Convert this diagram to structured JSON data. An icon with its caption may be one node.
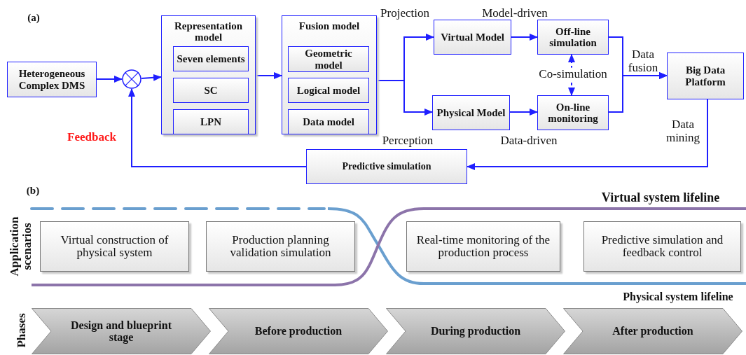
{
  "diagram": {
    "nodes": [
      {
        "text": [
          "Heterogeneous Complex DMS"
        ]
      },
      {
        "text": [],
        "shape": "circle"
      },
      {
        "text": [
          "Representation model"
        ]
      },
      {
        "text": [
          "Seven elements"
        ],
        "in": 2
      },
      {
        "text": [
          "SC"
        ],
        "in": 2
      },
      {
        "text": [
          "LPN"
        ],
        "in": 2
      },
      {
        "text": [
          "Fusion model"
        ]
      },
      {
        "text": [
          "Geometric model"
        ],
        "in": 6
      },
      {
        "text": [
          "Logical model"
        ],
        "in": 6
      },
      {
        "text": [
          "Data model"
        ],
        "in": 6
      },
      {
        "text": [
          "Virtual Model"
        ]
      },
      {
        "text": [
          "Off-line simulation"
        ]
      },
      {
        "text": [
          "Physical Model"
        ]
      },
      {
        "text": [
          "On-line monitoring"
        ]
      },
      {
        "text": [
          "Big Data Platform"
        ]
      },
      {
        "text": [
          "Predictive simulation"
        ]
      },
      {
        "text": [
          "Virtual construction of physical system"
        ]
      },
      {
        "text": [
          "Production planning validation simulation"
        ]
      },
      {
        "text": [
          "Real-time monitoring of the production process"
        ]
      },
      {
        "text": [
          "Predictive simulation and feedback control"
        ]
      },
      {
        "text": [
          "Design and blueprint stage"
        ]
      },
      {
        "text": [
          "Before production"
        ]
      },
      {
        "text": [
          "During production"
        ]
      },
      {
        "text": [
          "After production"
        ]
      }
    ],
    "edges": [
      {
        "from": 0,
        "to": 1,
        "arrow": "to"
      },
      {
        "from": 1,
        "to": 2,
        "arrow": "to"
      },
      {
        "from": 2,
        "to": 6,
        "arrow": "to"
      },
      {
        "from": 6,
        "to": 10,
        "arrow": "to",
        "label": "Projection"
      },
      {
        "from": 6,
        "to": 12,
        "arrow": "to",
        "label": "Perception"
      },
      {
        "from": 10,
        "to": 11,
        "arrow": "to",
        "label": "Model-driven"
      },
      {
        "from": 12,
        "to": 13,
        "arrow": "to",
        "label": "Data-driven"
      },
      {
        "from": 11,
        "to": 13,
        "arrow": "both",
        "style": "dashed",
        "label": "Co-simulation"
      },
      {
        "from": 11,
        "to": 14,
        "arrow": "to",
        "label": "Data fusion"
      },
      {
        "from": 13,
        "to": 14,
        "arrow": "to"
      },
      {
        "from": 14,
        "to": 15,
        "arrow": "to",
        "label": "Data mining"
      },
      {
        "from": 15,
        "to": 1,
        "arrow": "to",
        "label": "Feedback"
      }
    ],
    "labels": [
      "(a)",
      "(b)",
      "Application scenarios",
      "Phases",
      "Virtual system lifeline",
      "Physical system lifeline"
    ]
  }
}
